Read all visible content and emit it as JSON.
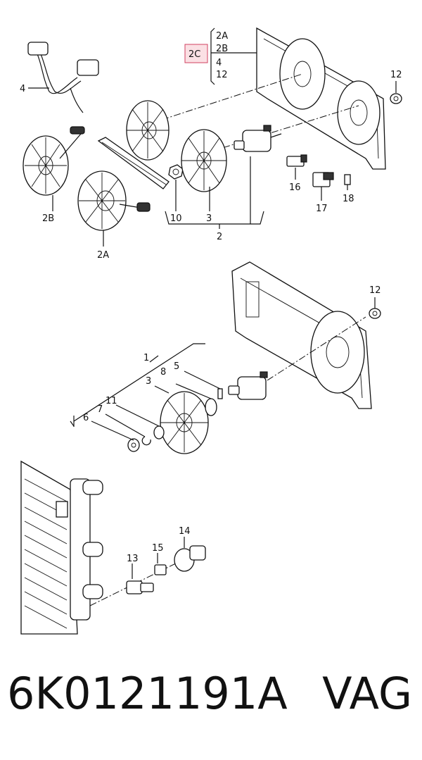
{
  "callouts": {
    "c2A_top": "2A",
    "c2B_top": "2B",
    "c2C": "2C",
    "c4_top": "4",
    "c12_top": "12",
    "c4": "4",
    "c12a": "12",
    "c2B": "2B",
    "c2A": "2A",
    "c10": "10",
    "c3a": "3",
    "c2": "2",
    "c16": "16",
    "c17": "17",
    "c18": "18",
    "c12b": "12",
    "c1": "1",
    "c8": "8",
    "c5": "5",
    "c3b": "3",
    "c11": "11",
    "c7": "7",
    "c6": "6",
    "c14": "14",
    "c15": "15",
    "c13": "13"
  },
  "footer": {
    "part_number": "6K0121191A",
    "brand": "VAG"
  },
  "highlight_color": "#e8a0a8"
}
